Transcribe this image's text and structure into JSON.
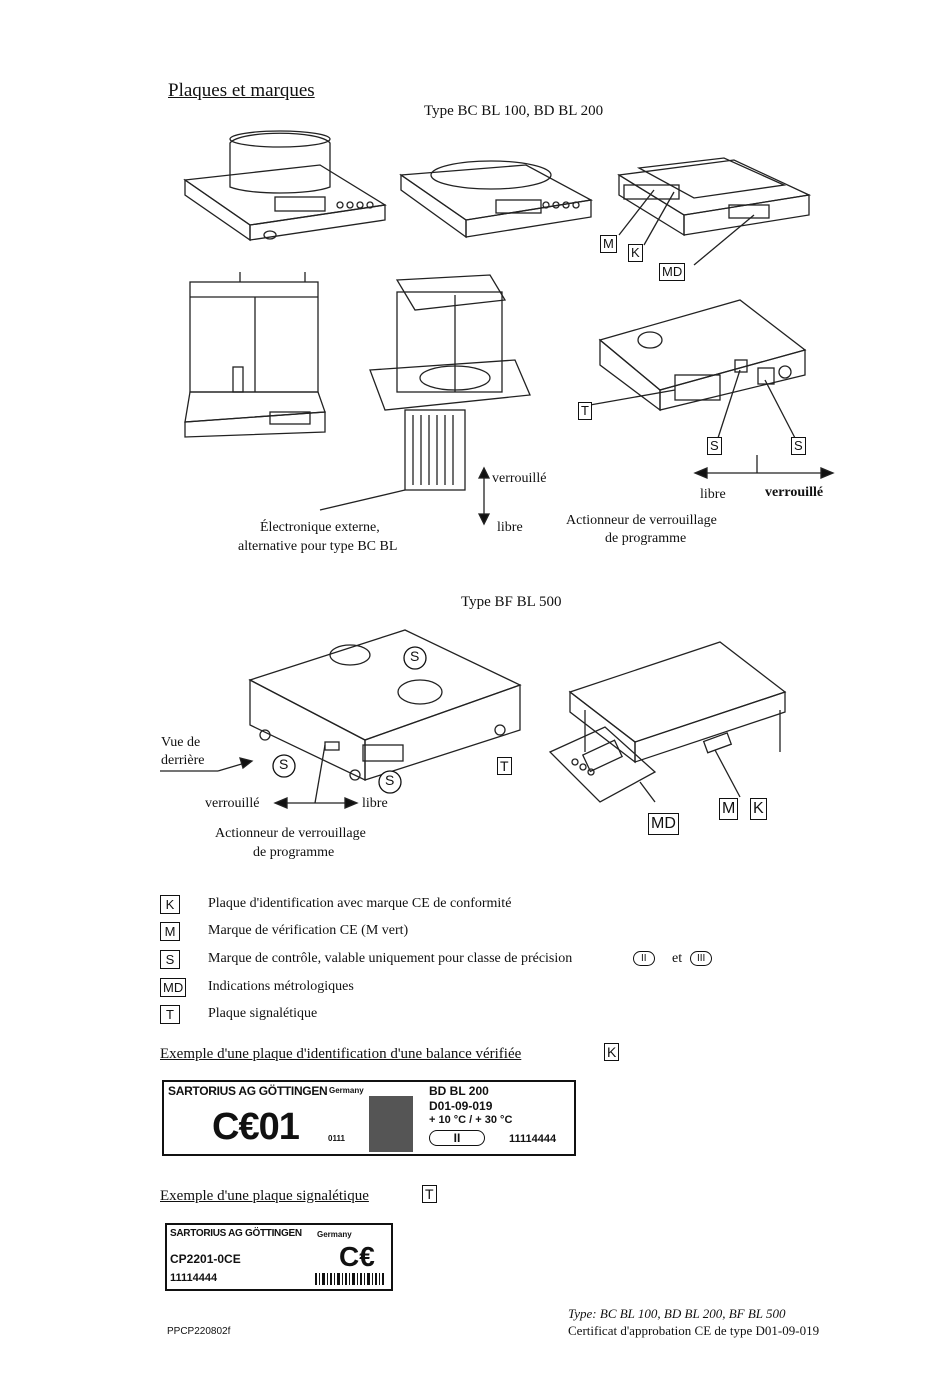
{
  "heading": "Plaques et marques",
  "type1": "Type   BC BL 100, BD BL 200",
  "type2": "Type   BF BL 500",
  "labels": {
    "M": "M",
    "K": "K",
    "MD": "MD",
    "T": "T",
    "S": "S",
    "verrouille": "verrouillé",
    "libre": "libre",
    "verrouille_bold": "verrouillé",
    "electronique_1": "Électronique externe,",
    "electronique_2": "alternative pour type BC BL",
    "actionneur_1": "Actionneur de verrouillage",
    "actionneur_2": "de programme",
    "vue_1": "Vue de",
    "vue_2": "derrière",
    "actionneur_b1": "Actionneur de verrouillage",
    "actionneur_b2": "de programme"
  },
  "legend": [
    {
      "key": "K",
      "text": "Plaque d'identification avec marque CE de conformité"
    },
    {
      "key": "M",
      "text": "Marque de vérification CE (M vert)"
    },
    {
      "key": "S",
      "text": "Marque de contrôle, valable uniquement pour classe de précision"
    },
    {
      "key": "MD",
      "text": "Indications métrologiques"
    },
    {
      "key": "T",
      "text": "Plaque signalétique"
    }
  ],
  "legend_et": "et",
  "class_ii": "II",
  "class_iii": "III",
  "example1": {
    "title": "Exemple d'une plaque d'identification d'une balance vérifiée",
    "box": "K",
    "maker": "SARTORIUS AG GÖTTINGEN",
    "country": "Germany",
    "ce": "C€01",
    "notified": "0111",
    "model": "BD BL 200",
    "cert": "D01-09-019",
    "temp": "+ 10 °C / + 30 °C",
    "class": "II",
    "serial": "11114444"
  },
  "example2": {
    "title": "Exemple d'une plaque signalétique",
    "box": "T",
    "maker": "SARTORIUS AG GÖTTINGEN",
    "country": "Germany",
    "model": "CP2201-0CE",
    "ce": "C€",
    "serial": "11114444"
  },
  "footer": {
    "code": "PPCP220802f",
    "type_line": "Type: BC BL 100, BD BL 200, BF BL 500",
    "cert_line": "Certificat d'approbation CE de type D01-09-019"
  }
}
